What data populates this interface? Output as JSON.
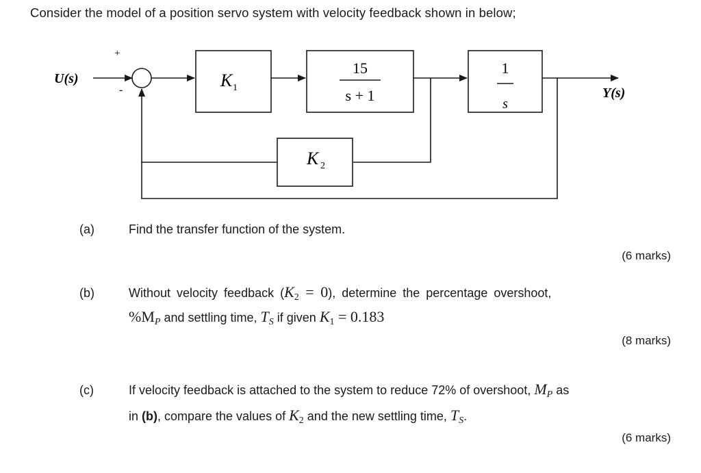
{
  "intro": "Consider the model of a position servo system with velocity feedback shown in below;",
  "diagram": {
    "input": "U(s)",
    "output": "Y(s)",
    "plus": "+",
    "minus": "-",
    "k1": "K",
    "k1_sub": "1",
    "plant_num": "15",
    "plant_den": "s + 1",
    "integ_num": "1",
    "integ_den": "s",
    "k2": "K",
    "k2_sub": "2"
  },
  "questions": [
    {
      "label": "(a)",
      "text": "Find the transfer function of the system.",
      "marks": "(6 marks)"
    },
    {
      "label": "(b)",
      "text_1": "Without velocity feedback (",
      "math_1": "K",
      "math_1_sub": "2",
      "math_1_rest": " = 0",
      "text_2": "), determine the percentage overshoot,",
      "line2_a": "%M",
      "line2_a_sub": "P",
      "line2_b": " and settling time, ",
      "line2_c": "T",
      "line2_c_sub": "S",
      "line2_d": " if given ",
      "line2_e": "K",
      "line2_e_sub": "1",
      "line2_f": " = 0.183",
      "marks": "(8 marks)"
    },
    {
      "label": "(c)",
      "text_1": "If velocity feedback is attached to the system to reduce 72% of overshoot, ",
      "math_1": "M",
      "math_1_sub": "P",
      "text_2": " as",
      "line2_a": "in ",
      "line2_b": "(b)",
      "line2_c": ", compare the values of ",
      "line2_d": "K",
      "line2_d_sub": "2",
      "line2_e": " and the new settling time, ",
      "line2_f": "T",
      "line2_f_sub": "S",
      "line2_g": ".",
      "marks": "(6 marks)"
    }
  ]
}
